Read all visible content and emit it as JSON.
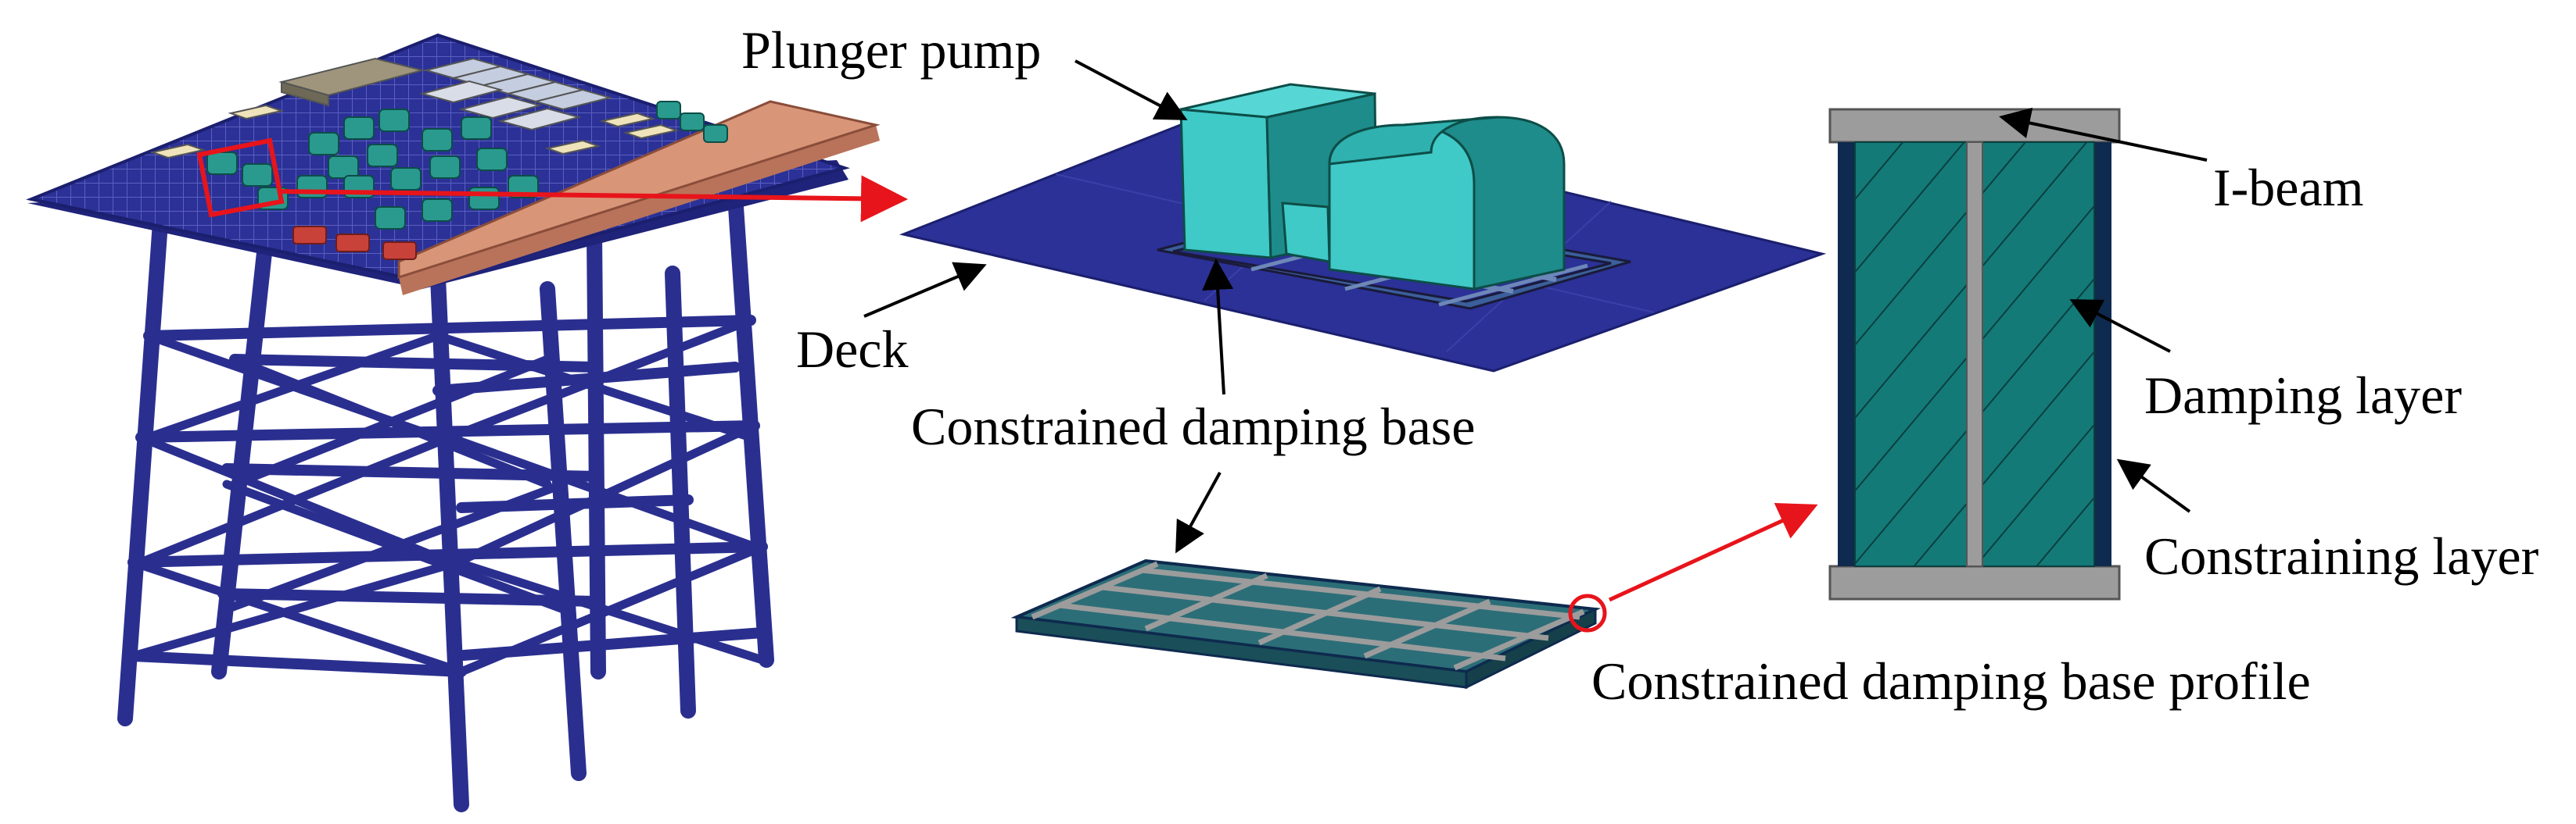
{
  "labels": {
    "plunger_pump": "Plunger pump",
    "deck": "Deck",
    "constrained_damping_base": "Constrained damping base",
    "i_beam": "I-beam",
    "damping_layer": "Damping layer",
    "constraining_layer": "Constraining layer",
    "base_profile": "Constrained damping base profile"
  },
  "colors": {
    "structure": "#2a2f8f",
    "deck": "#2b3196",
    "pump": "#3fc9c7",
    "pump_dark": "#1e8c8a",
    "helideck": "#d99578",
    "damping_layer": "#137a78",
    "constraining_layer": "#0e2a4e",
    "i_beam": "#9c9c9c",
    "highlight": "#e8141b"
  }
}
